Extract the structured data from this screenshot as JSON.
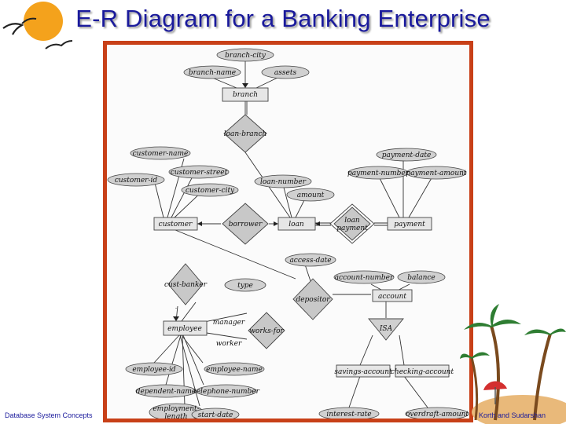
{
  "slide": {
    "title": "E-R Diagram for a Banking Enterprise",
    "footer_left": "Database System Concepts",
    "footer_right": "Korth and Sudarshan"
  },
  "diagram": {
    "entities": {
      "branch": "branch",
      "customer": "customer",
      "loan": "loan",
      "payment": "payment",
      "account": "account",
      "employee": "employee",
      "savings_account": "savings-account",
      "checking_account": "checking-account"
    },
    "relationships": {
      "loan_branch": "loan-branch",
      "borrower": "borrower",
      "loan_payment_line1": "loan",
      "loan_payment_line2": "payment",
      "cust_banker": "cust-banker",
      "depositor": "depositor",
      "works_for": "works-for"
    },
    "attributes": {
      "branch_city": "branch-city",
      "branch_name": "branch-name",
      "assets": "assets",
      "customer_name": "customer-name",
      "customer_street": "customer-street",
      "customer_id": "customer-id",
      "customer_city": "customer-city",
      "loan_number": "loan-number",
      "amount": "amount",
      "payment_date": "payment-date",
      "payment_number": "payment-number",
      "payment_amount": "payment-amount",
      "access_date": "access-date",
      "account_number": "account-number",
      "balance": "balance",
      "type": "type",
      "employee_id": "employee-id",
      "employee_name": "employee-name",
      "dependent_name": "dependent-name",
      "telephone_number": "telephone-number",
      "employment_length_line1": "employment-",
      "employment_length_line2": "length",
      "start_date": "start-date",
      "interest_rate": "interest-rate",
      "overdraft_amount": "overdraft-amount"
    },
    "roles": {
      "manager": "manager",
      "worker": "worker"
    },
    "isa": "ISA"
  }
}
